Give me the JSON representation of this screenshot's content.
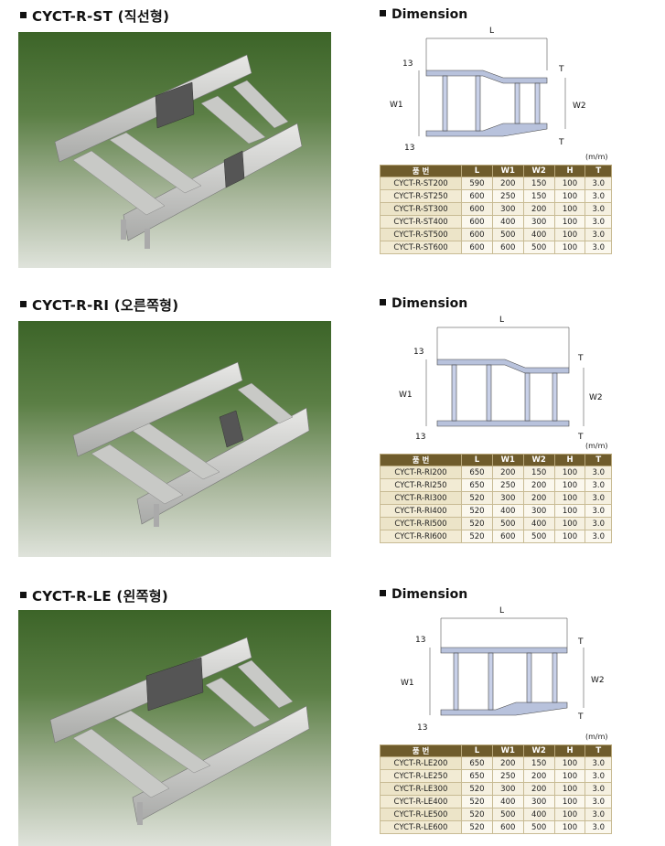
{
  "sections": [
    {
      "title": "CYCT-R-ST (직선형)",
      "dimension_title": "Dimension",
      "labels": {
        "L": "L",
        "W1": "W1",
        "W2": "W2",
        "T": "T",
        "t13": "13"
      },
      "unit": "(m/m)",
      "headers": [
        "품 번",
        "L",
        "W1",
        "W2",
        "H",
        "T"
      ],
      "rows": [
        [
          "CYCT-R-ST200",
          "590",
          "200",
          "150",
          "100",
          "3.0"
        ],
        [
          "CYCT-R-ST250",
          "600",
          "250",
          "150",
          "100",
          "3.0"
        ],
        [
          "CYCT-R-ST300",
          "600",
          "300",
          "200",
          "100",
          "3.0"
        ],
        [
          "CYCT-R-ST400",
          "600",
          "400",
          "300",
          "100",
          "3.0"
        ],
        [
          "CYCT-R-ST500",
          "600",
          "500",
          "400",
          "100",
          "3.0"
        ],
        [
          "CYCT-R-ST600",
          "600",
          "600",
          "500",
          "100",
          "3.0"
        ]
      ]
    },
    {
      "title": "CYCT-R-RI (오른쪽형)",
      "dimension_title": "Dimension",
      "labels": {
        "L": "L",
        "W1": "W1",
        "W2": "W2",
        "T": "T",
        "t13": "13"
      },
      "unit": "(m/m)",
      "headers": [
        "품 번",
        "L",
        "W1",
        "W2",
        "H",
        "T"
      ],
      "rows": [
        [
          "CYCT-R-RI200",
          "650",
          "200",
          "150",
          "100",
          "3.0"
        ],
        [
          "CYCT-R-RI250",
          "650",
          "250",
          "200",
          "100",
          "3.0"
        ],
        [
          "CYCT-R-RI300",
          "520",
          "300",
          "200",
          "100",
          "3.0"
        ],
        [
          "CYCT-R-RI400",
          "520",
          "400",
          "300",
          "100",
          "3.0"
        ],
        [
          "CYCT-R-RI500",
          "520",
          "500",
          "400",
          "100",
          "3.0"
        ],
        [
          "CYCT-R-RI600",
          "520",
          "600",
          "500",
          "100",
          "3.0"
        ]
      ]
    },
    {
      "title": "CYCT-R-LE (왼쪽형)",
      "dimension_title": "Dimension",
      "labels": {
        "L": "L",
        "W1": "W1",
        "W2": "W2",
        "T": "T",
        "t13": "13"
      },
      "unit": "(m/m)",
      "headers": [
        "품 번",
        "L",
        "W1",
        "W2",
        "H",
        "T"
      ],
      "rows": [
        [
          "CYCT-R-LE200",
          "650",
          "200",
          "150",
          "100",
          "3.0"
        ],
        [
          "CYCT-R-LE250",
          "650",
          "250",
          "200",
          "100",
          "3.0"
        ],
        [
          "CYCT-R-LE300",
          "520",
          "300",
          "200",
          "100",
          "3.0"
        ],
        [
          "CYCT-R-LE400",
          "520",
          "400",
          "300",
          "100",
          "3.0"
        ],
        [
          "CYCT-R-LE500",
          "520",
          "500",
          "400",
          "100",
          "3.0"
        ],
        [
          "CYCT-R-LE600",
          "520",
          "600",
          "500",
          "100",
          "3.0"
        ]
      ]
    }
  ]
}
